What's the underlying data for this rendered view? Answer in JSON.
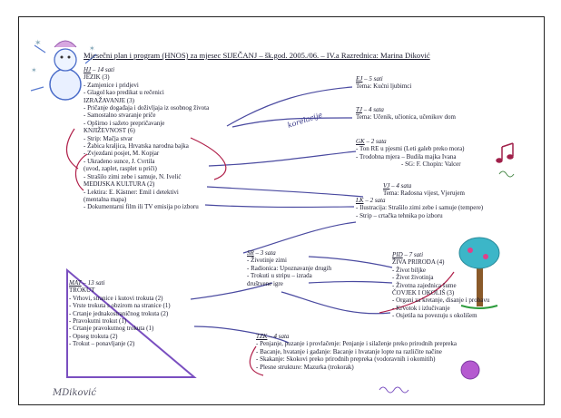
{
  "title": "Mjesečni plan i program (HNOS) za mjesec SIJEČANJ – šk.god. 2005./06. – IV.a     Razrednica: Marina Diković",
  "hj": {
    "heading": "HJ",
    "hours": " – 14 sati",
    "lines": [
      "JEZIK (3)",
      "- Zamjenice i pridjevi",
      "- Glagol kao predikat u rečenici",
      "IZRAŽAVANJE (3)",
      "- Pričanje događaja i doživljaja iz osobnog života",
      "- Samostalno stvaranje priče",
      "- Opširno i sažeto prepričavanje",
      "KNJIŽEVNOST (6)",
      "- Strip: Mačja stvar",
      "- Žabica kraljica, Hrvatska narodna bajka",
      "- Zvjezdani posjet, M. Kopjar",
      "- Ukradeno sunce, J. Cvrtila",
      "  (uvod, zaplet, rasplet u priči)",
      "- Strašilo zimi zebe i samuje, N. Ivelić",
      "MEDIJSKA KULTURA (2)",
      "- Lektira: E. Kästner: Emil i detektivi",
      "  (mentalna mapa)",
      "- Dokumentarni film ili TV emisija po izboru"
    ]
  },
  "ej": {
    "heading": "EJ",
    "hours": " – 5 sati",
    "lines": [
      "Tema: Kućni ljubimci"
    ]
  },
  "tj": {
    "heading": "TJ",
    "hours": " – 4 sata",
    "lines": [
      "Tema: Učenik, učionica, učenikov dom"
    ]
  },
  "gk": {
    "heading": "GK",
    "hours": " – 2 sata",
    "lines": [
      "- Ton RE u pjesmi (Leti galeb preko mora)",
      "- Trodobna mjera – Budila majka Ivana",
      "- SG: F. Chopin: Valcer"
    ]
  },
  "vj": {
    "heading": "VJ",
    "hours": " – 4 sata",
    "lines": [
      "Tema: Radosna vijest, Vjerujem"
    ]
  },
  "lk": {
    "heading": "LK",
    "hours": " – 2 sata",
    "lines": [
      "- Ilustracija: Strašilo zimi zebe i samuje (tempere)",
      "- Strip – crtačka tehnika po izboru"
    ]
  },
  "pid": {
    "heading": "PID",
    "hours": " – 7 sati",
    "lines": [
      "ŽIVA PRIRODA (4)",
      "- Život biljke",
      "- Život životinja",
      "- Životna zajednica šume",
      "ČOVJEK I OKOLIŠ (3)",
      "- Organi za kretanje, disanje i probavu",
      "- Krvotok i izlučivanje",
      "- Osjetila na povezuju s okolišem"
    ]
  },
  "sr": {
    "heading": "SR",
    "hours": " – 3 sata",
    "lines": [
      "- Životinje zimi",
      "- Radionica: Upoznavanje drugih",
      "- Trokuti u stripu – izrada",
      "  društvene igre"
    ]
  },
  "mat": {
    "heading": "MAT",
    "hours": " – 13 sati",
    "lines": [
      "TROKUT",
      "- Vrhovi, stranice i kutovi trokuta (2)",
      "- Vrste trokuta s obzirom na stranice (1)",
      "- Crtanje jednakostraničnog trokuta (2)",
      "- Pravokutni trokut (1)",
      "- Crtanje pravokutnog trokuta (1)",
      "- Opseg trokuta (2)",
      "- Trokut – ponavljanje (2)"
    ]
  },
  "tzk": {
    "heading": "TZK",
    "hours": " – 4 sata",
    "lines": [
      "- Penjanje, puzanje i provlačenje: Penjanje i silaženje preko prirodnih prepreka",
      "- Bacanje, hvatanje i gađanje: Bacanje i hvatanje lopte na različite načine",
      "- Skakanje: Skokovi preko prirodnih prepreka (vodoravnih i okomitih)",
      "- Plesne strukture: Mazurka (trokorak)"
    ]
  },
  "handwriting": {
    "korelacije": "korelacije",
    "signature": "MDiković"
  },
  "colors": {
    "blue_ink": "#4a4aa0",
    "red_ink": "#b0204a",
    "violet": "#7a4fc0"
  }
}
